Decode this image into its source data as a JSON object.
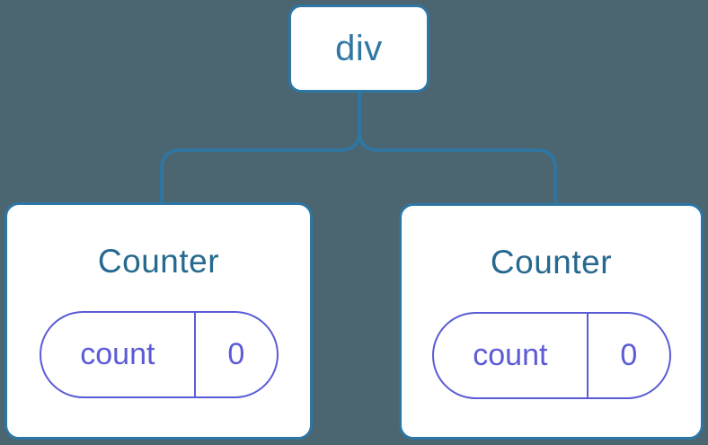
{
  "colors": {
    "background": "#4B6670",
    "node_border_blue": "#2E76A4",
    "root_label_blue": "#2F77A4",
    "card_title_blue": "#26698F",
    "state_purple": "#5B5BD6",
    "node_fill": "#FFFFFF"
  },
  "tree": {
    "root": {
      "label": "div"
    },
    "children": [
      {
        "title": "Counter",
        "state": {
          "key": "count",
          "value": "0"
        }
      },
      {
        "title": "Counter",
        "state": {
          "key": "count",
          "value": "0"
        }
      }
    ]
  }
}
